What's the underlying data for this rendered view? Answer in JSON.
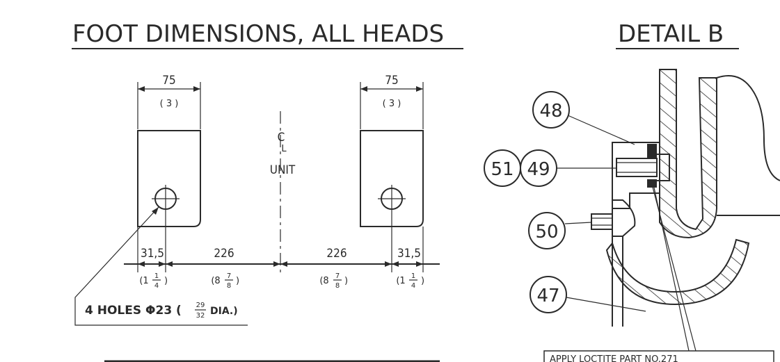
{
  "titles": {
    "left": "FOOT DIMENSIONS, ALL HEADS",
    "right": "DETAIL B"
  },
  "top_dims": {
    "left_mm": "75",
    "left_in": "( 3 )",
    "right_mm": "75",
    "right_in": "( 3 )"
  },
  "centerline": {
    "symbol": "C",
    "sub": "L",
    "label": "UNIT"
  },
  "bottom_dims": {
    "d1_mm": "31,5",
    "d1_in": "(1",
    "d1_frac_num": "1",
    "d1_frac_den": "4",
    "d2_mm": "226",
    "d2_in": "(8",
    "d2_frac_num": "7",
    "d2_frac_den": "8",
    "d3_mm": "226",
    "d3_in": "(8",
    "d3_frac_num": "7",
    "d3_frac_den": "8",
    "d4_mm": "31,5",
    "d4_in": "(1",
    "d4_frac_num": "1",
    "d4_frac_den": "4"
  },
  "holes_note": {
    "text": "4 HOLES Φ23 (",
    "frac_num": "29",
    "frac_den": "32",
    "suffix": "DIA.)"
  },
  "balloons": [
    "48",
    "51",
    "49",
    "50",
    "47"
  ],
  "bottom_note": "APPLY LOCTITE PART NO.271"
}
